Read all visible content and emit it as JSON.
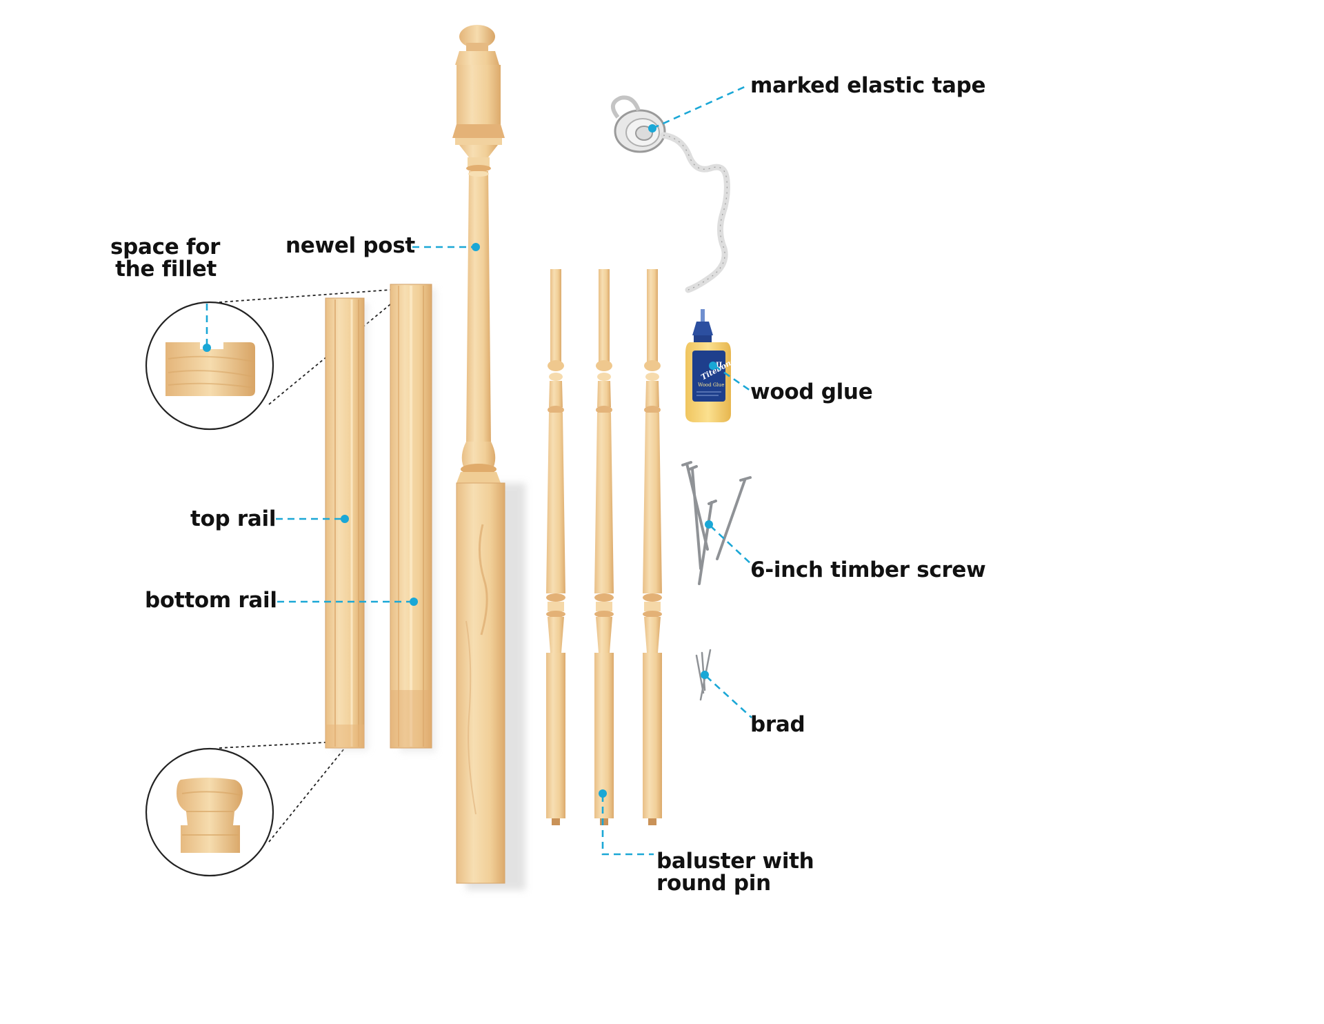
{
  "colors": {
    "leader": "#1aa7d6",
    "text": "#111111",
    "wood_light": "#f6d9ab",
    "wood_mid": "#ecc58f",
    "wood_dark": "#d9a86a",
    "glue_label": "#f2c25a",
    "glue_panel": "#1e3f8c",
    "glue_cap": "#2c4fa0"
  },
  "labels": {
    "space_for_fillet": [
      "space for",
      "the fillet"
    ],
    "newel_post": "newel post",
    "top_rail": "top rail",
    "bottom_rail": "bottom rail",
    "marked_elastic_tape": "marked elastic tape",
    "wood_glue": "wood glue",
    "timber_screw": "6-inch timber screw",
    "brad": "brad",
    "baluster": [
      "baluster with",
      "round pin"
    ]
  },
  "glue_bottle": {
    "brand": "Titebond",
    "mark": "II",
    "product": "Wood Glue"
  },
  "icons": [
    "magnifier-circle-icon",
    "newel-post-icon",
    "rail-icon",
    "baluster-icon",
    "tape-icon",
    "glue-bottle-icon",
    "screw-icon",
    "brad-icon"
  ]
}
